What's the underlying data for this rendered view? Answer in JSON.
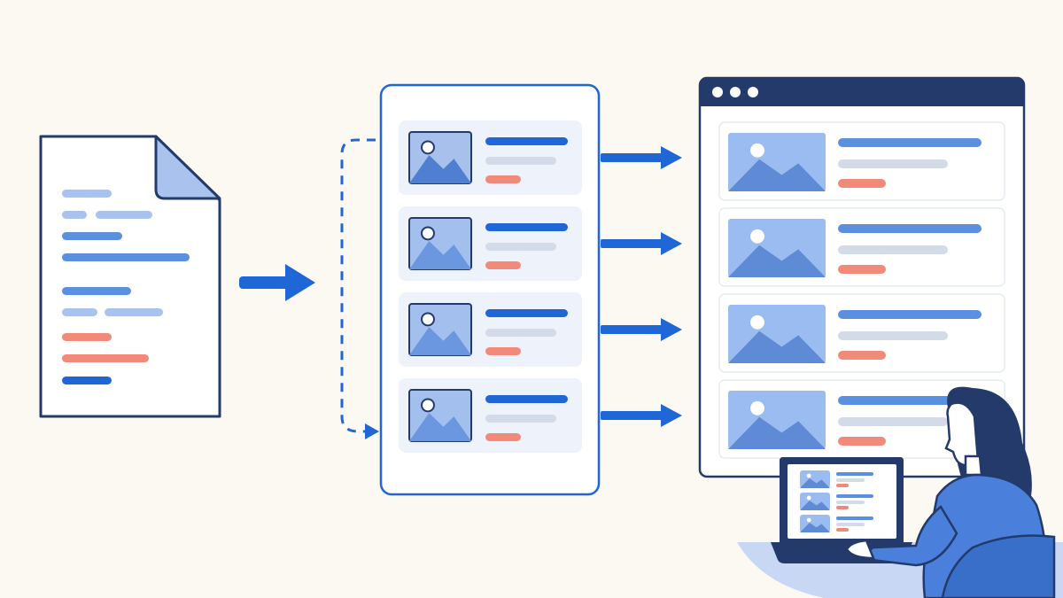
{
  "palette": {
    "background": "#fcf9f3",
    "navy": "#233a6b",
    "blue": "#1f66d6",
    "blue_mid": "#5b8fe0",
    "blue_light": "#a9c3ee",
    "image_fill": "#8fb1ea",
    "image_dark": "#5f8ad6",
    "gray_line": "#d3dbe8",
    "coral": "#f28a7a",
    "card_fill": "#eef2fa",
    "card_white": "#ffffff"
  },
  "scene": {
    "source_document": {
      "icon": "document-icon",
      "lines": [
        "blue-light",
        "blue-light",
        "blue-mid",
        "blue-mid",
        "blue-mid",
        "blue-light",
        "coral",
        "coral",
        "blue"
      ]
    },
    "template_panel": {
      "card_count": 4,
      "icon": "image-placeholder-icon"
    },
    "browser_window": {
      "card_count": 4,
      "window_dots": 3
    },
    "person": {
      "description_icon": "person-at-laptop-icon",
      "laptop_card_count": 3
    },
    "arrows": {
      "main": "right-arrow-icon",
      "loop": "dashed-loop-arrow-icon",
      "row_arrows": 4
    }
  }
}
